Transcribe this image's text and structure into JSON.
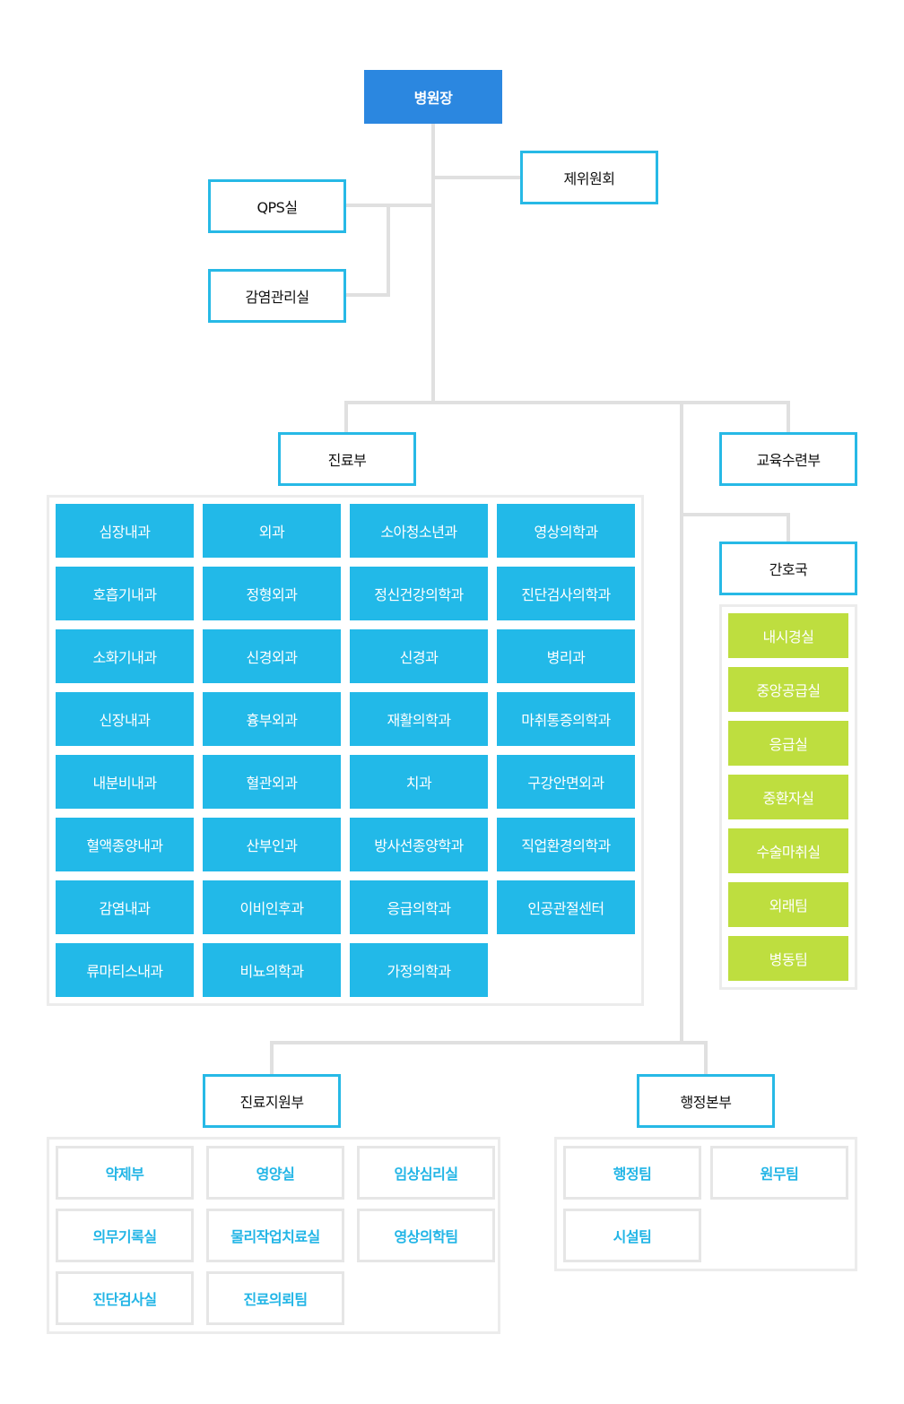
{
  "director": "병원장",
  "committee": "제위원회",
  "qps": "QPS실",
  "infection": "감염관리실",
  "medical_dept": {
    "title": "진료부",
    "items": [
      "심장내과",
      "외과",
      "소아청소년과",
      "영상의학과",
      "호흡기내과",
      "정형외과",
      "정신건강의학과",
      "진단검사의학과",
      "소화기내과",
      "신경외과",
      "신경과",
      "병리과",
      "신장내과",
      "흉부외과",
      "재활의학과",
      "마취통증의학과",
      "내분비내과",
      "혈관외과",
      "치과",
      "구강안면외과",
      "혈액종양내과",
      "산부인과",
      "방사선종양학과",
      "직업환경의학과",
      "감염내과",
      "이비인후과",
      "응급의학과",
      "인공관절센터",
      "류마티스내과",
      "비뇨의학과",
      "가정의학과"
    ]
  },
  "education": "교육수련부",
  "nursing": {
    "title": "간호국",
    "items": [
      "내시경실",
      "중앙공급실",
      "응급실",
      "중환자실",
      "수술마취실",
      "외래팀",
      "병동팀"
    ]
  },
  "support": {
    "title": "진료지원부",
    "items": [
      "약제부",
      "영양실",
      "임상심리실",
      "의무기록실",
      "물리작업치료실",
      "영상의학팀",
      "진단검사실",
      "진료의뢰팀"
    ]
  },
  "admin": {
    "title": "행정본부",
    "items": [
      "행정팀",
      "원무팀",
      "시설팀"
    ]
  }
}
